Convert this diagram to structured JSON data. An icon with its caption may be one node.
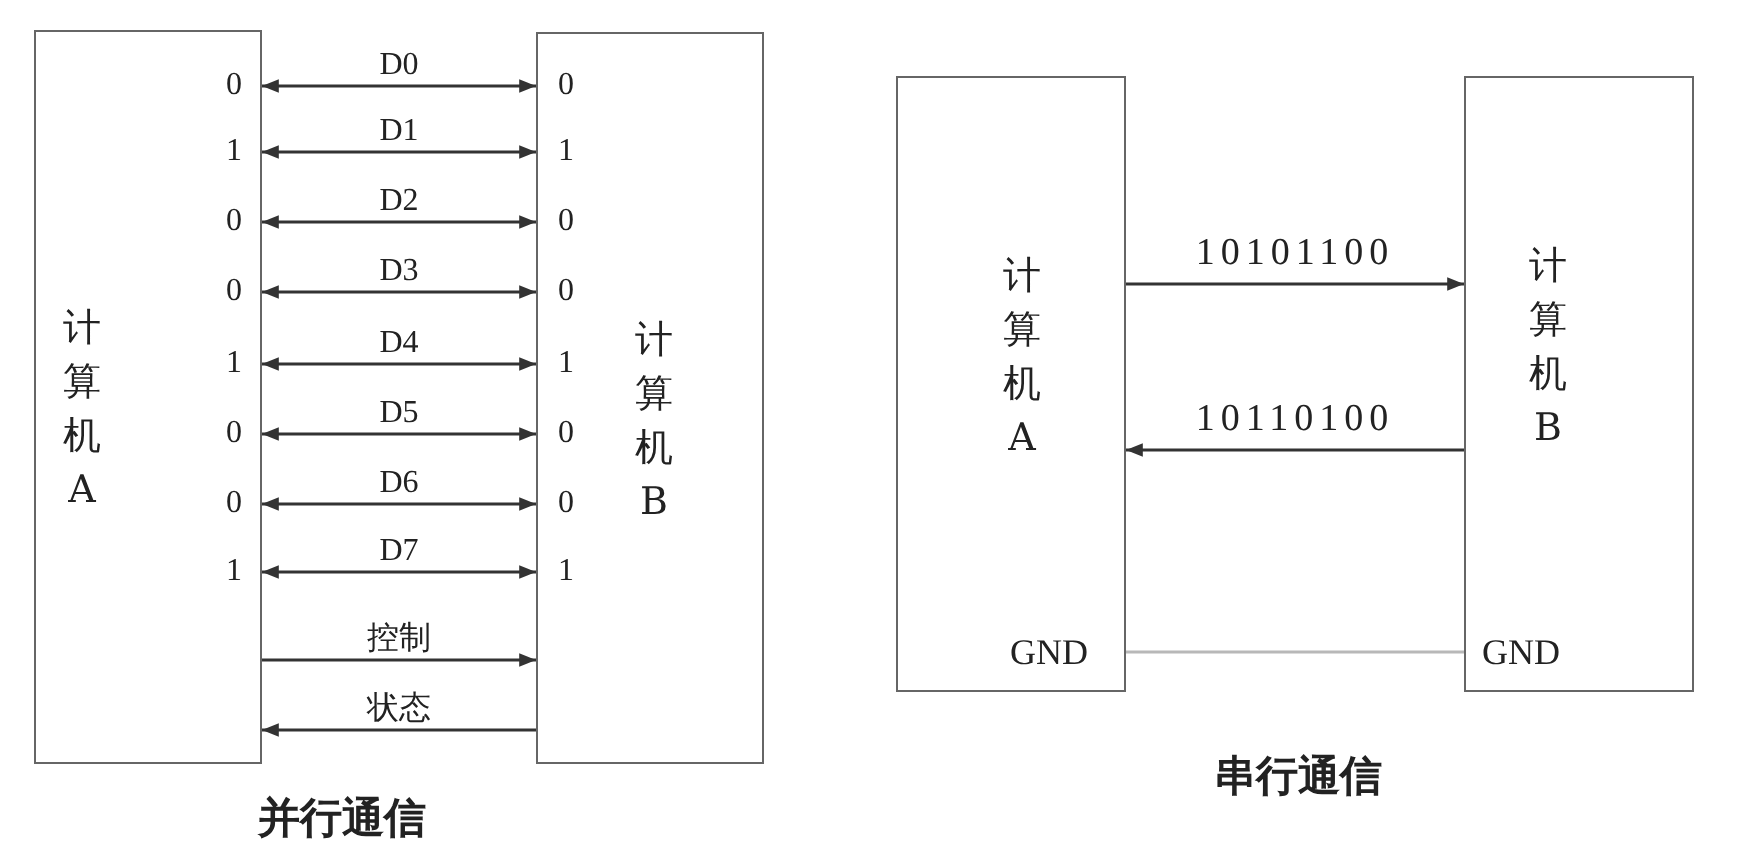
{
  "diagram": {
    "nodes": [
      {
        "text": [
          "计算机A",
          "0",
          "1",
          "0",
          "0",
          "1",
          "0",
          "0",
          "1"
        ]
      },
      {
        "text": [
          "计算机B",
          "0",
          "1",
          "0",
          "0",
          "1",
          "0",
          "0",
          "1"
        ]
      },
      {
        "text": [
          "计算机A",
          "GND"
        ]
      },
      {
        "text": [
          "计算机B",
          "GND"
        ]
      }
    ],
    "edges": [
      {
        "from": 0,
        "to": 1,
        "arrow": "both",
        "label": "D0"
      },
      {
        "from": 0,
        "to": 1,
        "arrow": "both",
        "label": "D1"
      },
      {
        "from": 0,
        "to": 1,
        "arrow": "both",
        "label": "D2"
      },
      {
        "from": 0,
        "to": 1,
        "arrow": "both",
        "label": "D3"
      },
      {
        "from": 0,
        "to": 1,
        "arrow": "both",
        "label": "D4"
      },
      {
        "from": 0,
        "to": 1,
        "arrow": "both",
        "label": "D5"
      },
      {
        "from": 0,
        "to": 1,
        "arrow": "both",
        "label": "D6"
      },
      {
        "from": 0,
        "to": 1,
        "arrow": "both",
        "label": "D7"
      },
      {
        "from": 0,
        "to": 1,
        "arrow": "to",
        "label": "控制"
      },
      {
        "from": 1,
        "to": 0,
        "arrow": "to",
        "label": "状态"
      },
      {
        "from": 2,
        "to": 3,
        "arrow": "to",
        "label": "10101100"
      },
      {
        "from": 3,
        "to": 2,
        "arrow": "to",
        "label": "10110100"
      },
      {
        "from": 2,
        "to": 3,
        "arrow": "none",
        "color": "#b8b8b8"
      }
    ],
    "labels": [
      "并行通信",
      "串行通信"
    ]
  }
}
